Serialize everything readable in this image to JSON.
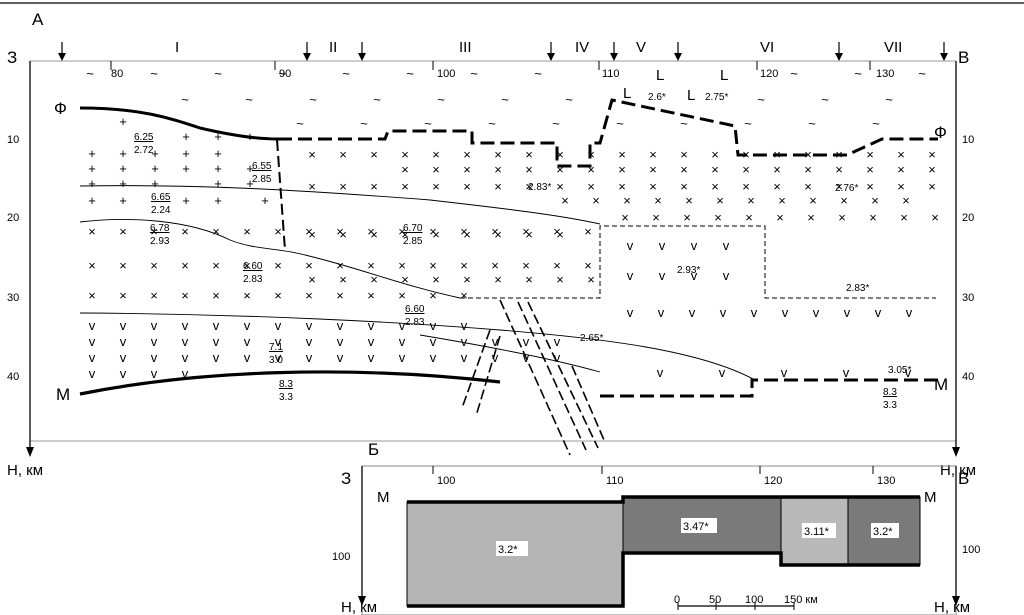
{
  "panel_a": {
    "label": "А",
    "west": "З",
    "east": "В",
    "depth_axis": "Н, км",
    "km_ticks": [
      "80",
      "90",
      "100",
      "110",
      "120",
      "130"
    ],
    "depth_ticks": [
      "10",
      "20",
      "30",
      "40"
    ],
    "zones": [
      "I",
      "II",
      "III",
      "IV",
      "V",
      "VI",
      "VII"
    ],
    "surface_labels": {
      "f": "Ф",
      "m": "М"
    },
    "volcanic_symbol": "L",
    "layer_values": [
      {
        "vp": "6.25",
        "rho": "2.72"
      },
      {
        "vp": "6.55",
        "rho": "2.85"
      },
      {
        "vp": "6.65",
        "rho": "2.24"
      },
      {
        "vp": "6.78",
        "rho": "2.93"
      },
      {
        "vp": "6.60",
        "rho": "2.83"
      },
      {
        "vp": "6.70",
        "rho": "2.85"
      },
      {
        "vp": "6.60",
        "rho": "2.83"
      },
      {
        "vp": "7.1",
        "rho": "3.0"
      },
      {
        "vp": "8.3",
        "rho": "3.3"
      },
      {
        "vp": "8.3",
        "rho": "3.3"
      }
    ],
    "densities": [
      "2.6*",
      "2.75*",
      "2.83*",
      "2.76*",
      "2.93*",
      "2.83*",
      "2.65*",
      "3.05*"
    ]
  },
  "panel_b": {
    "label": "Б",
    "west": "З",
    "east": "В",
    "km_ticks": [
      "100",
      "110",
      "120",
      "130"
    ],
    "depth_label": "100",
    "depth_axis": "Н, км",
    "moho": "М",
    "blocks": [
      {
        "value": "3.2*",
        "color": "#b4b4b4"
      },
      {
        "value": "3.47*",
        "color": "#7a7a7a"
      },
      {
        "value": "3.11*",
        "color": "#b9b9b9"
      },
      {
        "value": "3.2*",
        "color": "#7a7a7a"
      }
    ],
    "scale": {
      "ticks": [
        "0",
        "50",
        "100",
        "150 км"
      ]
    }
  }
}
